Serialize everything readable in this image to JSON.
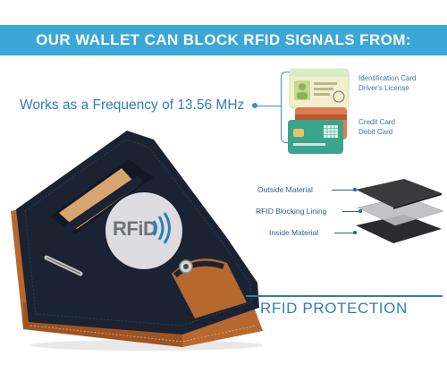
{
  "banner": {
    "title": "OUR WALLET CAN BLOCK RFID SIGNALS FROM:",
    "color": "#3aa7d6"
  },
  "frequency": {
    "text": "Works as a Frequency of 13.56 MHz"
  },
  "cards": {
    "id_card": {
      "line1": "Identification Card",
      "line2": "Driver's License"
    },
    "bank_card": {
      "line1": "Credit Card",
      "line2": "Debit Card"
    }
  },
  "layers": {
    "outside": "Outside Material",
    "lining": "RFID Blocking Lining",
    "inside": "Inside Material"
  },
  "wallet": {
    "badge": "RFiD",
    "body_color": "#1c2433",
    "trim_color": "#b86b32"
  },
  "footer": {
    "protection": "RFID PROTECTION"
  }
}
